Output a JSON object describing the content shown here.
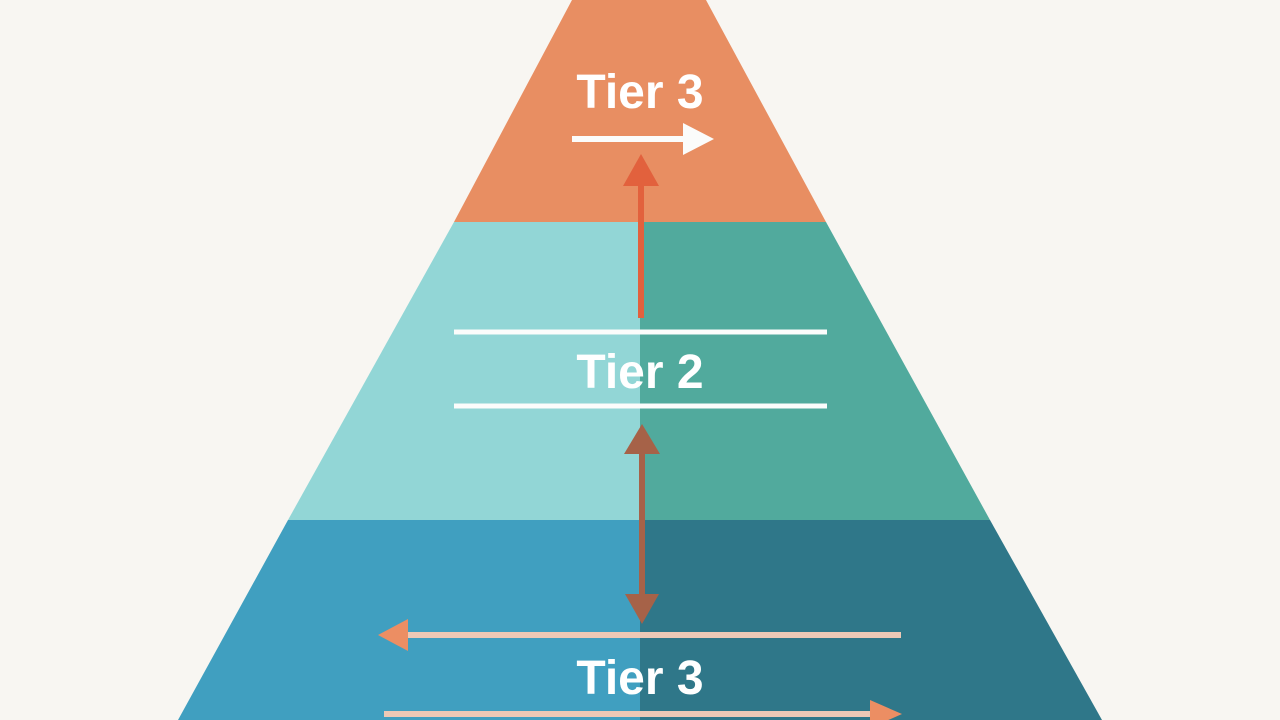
{
  "diagram": {
    "tiers": [
      {
        "label": "Tier 3"
      },
      {
        "label": "Tier 2"
      },
      {
        "label": "Tier 3"
      }
    ]
  },
  "colors": {
    "background": "#f8f6f2",
    "top_tier": "#e88e62",
    "middle_tier_light": "#92d6d6",
    "middle_tier_dark": "#51aa9d",
    "bottom_tier_light": "#409fc0",
    "bottom_tier_dark": "#2f7789",
    "up_arrow": "#e2613d",
    "double_arrow": "#a66248",
    "horizontal_arrow": "#edc9b6",
    "horizontal_arrowhead": "#ec8e63",
    "white_lines": "#fbfcfb"
  }
}
